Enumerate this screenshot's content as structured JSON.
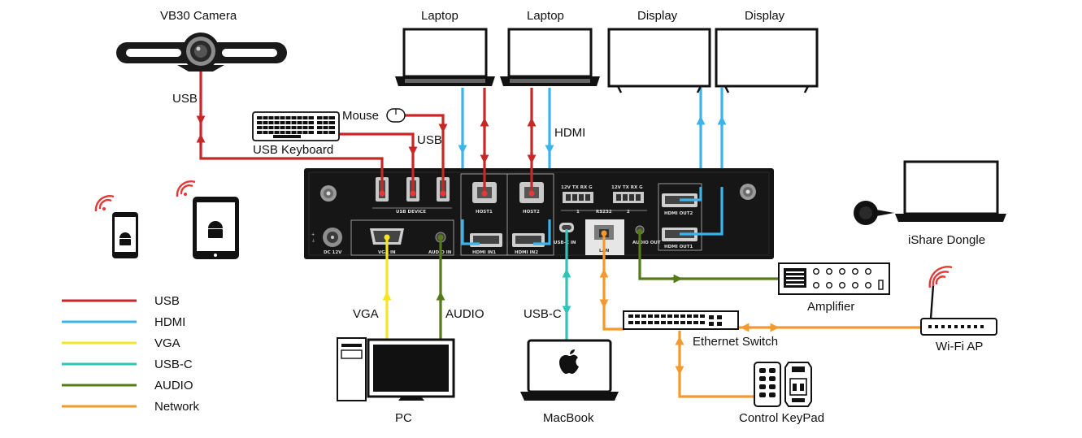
{
  "devices": {
    "camera": "VB30 Camera",
    "laptop1": "Laptop",
    "laptop2": "Laptop",
    "display1": "Display",
    "display2": "Display",
    "mouse": "Mouse",
    "keyboard": "USB Keyboard",
    "ishare": "iShare Dongle",
    "amplifier": "Amplifier",
    "switch": "Ethernet Switch",
    "wifi": "Wi-Fi AP",
    "pc": "PC",
    "macbook": "MacBook",
    "keypad": "Control KeyPad"
  },
  "cable_labels": {
    "usb_camera": "USB",
    "usb_hub": "USB",
    "hdmi": "HDMI",
    "vga": "VGA",
    "audio": "AUDIO",
    "usbc": "USB-C"
  },
  "panel": {
    "usb_device": "USB DEVICE",
    "host1": "HOST1",
    "host2": "HOST2",
    "hdmi_in1": "HDMI IN1",
    "hdmi_in2": "HDMI IN2",
    "usbc_in": "USB-C IN",
    "rs232": "RS232",
    "rs232_pins": "12V TX RX G",
    "rs232_port1": "1",
    "rs232_port2": "2",
    "lan": "LAN",
    "audio_out": "AUDIO OUT",
    "hdmi_out1": "HDMI OUT1",
    "hdmi_out2": "HDMI OUT2",
    "vga_in": "VGA IN",
    "audio_in": "AUDIO IN",
    "dc": "DC 12V"
  },
  "legend": [
    {
      "label": "USB",
      "color": "#c62828"
    },
    {
      "label": "HDMI",
      "color": "#3bb4ea"
    },
    {
      "label": "VGA",
      "color": "#f4e526"
    },
    {
      "label": "USB-C",
      "color": "#2ec4b6"
    },
    {
      "label": "AUDIO",
      "color": "#557a18"
    },
    {
      "label": "Network",
      "color": "#f39a2e"
    }
  ],
  "colors": {
    "usb": "#c62828",
    "hdmi": "#3bb4ea",
    "vga": "#f4e526",
    "usbc": "#2ec4b6",
    "audio": "#557a18",
    "network": "#f39a2e",
    "signal": "#e53935"
  }
}
